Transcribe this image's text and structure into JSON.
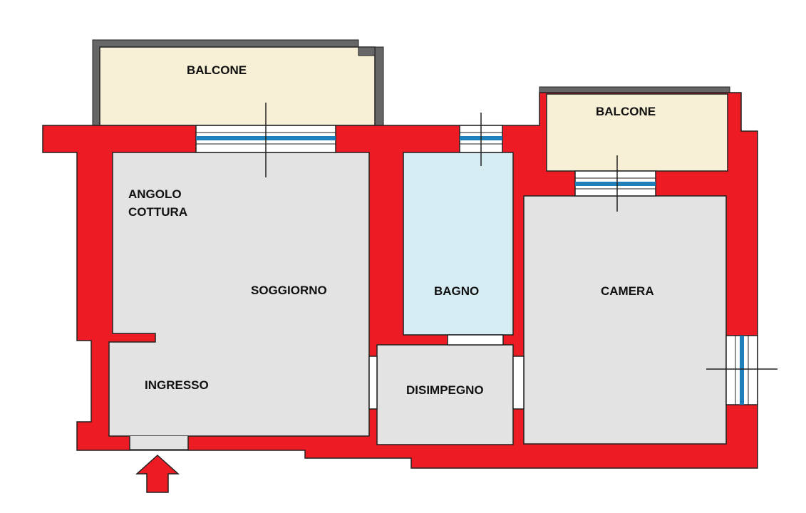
{
  "colors": {
    "wall": "#ed1c24",
    "wall_outline": "#222222",
    "floor": "#e3e3e3",
    "bath_floor": "#d6ecf3",
    "balcony_floor": "#f7efd6",
    "balcony_rail": "#666666",
    "glass": "#1f7fb8",
    "entrance_arrow": "#ed1c24"
  },
  "rooms": {
    "balcone_1": "BALCONE",
    "balcone_2": "BALCONE",
    "angolo_cottura_1": "ANGOLO",
    "angolo_cottura_2": "COTTURA",
    "soggiorno": "SOGGIORNO",
    "bagno": "BAGNO",
    "camera": "CAMERA",
    "ingresso": "INGRESSO",
    "disimpegno": "DISIMPEGNO"
  },
  "icons": {
    "entrance": "arrow-up-icon"
  }
}
